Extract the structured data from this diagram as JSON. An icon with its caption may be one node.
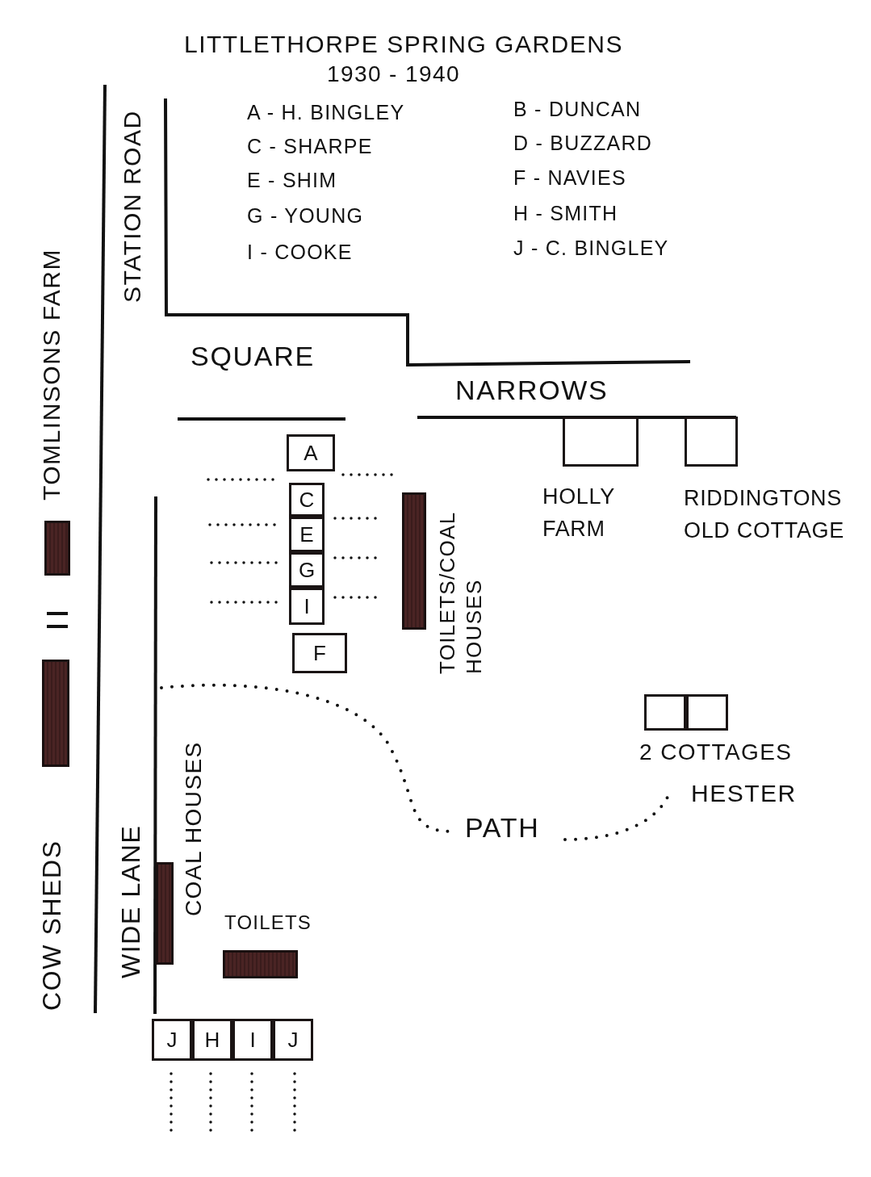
{
  "diagram": {
    "title": "LITTLETHORPE SPRING GARDENS",
    "nodes": [
      {
        "text": [
          "A"
        ]
      },
      {
        "text": [
          "C"
        ]
      },
      {
        "text": [
          "E"
        ]
      },
      {
        "text": [
          "G"
        ]
      },
      {
        "text": [
          "I"
        ]
      },
      {
        "text": [
          "F"
        ]
      },
      {
        "text": [],
        "shape": "box",
        "beside": [
          "HOLLY FARM"
        ]
      },
      {
        "text": [],
        "shape": "box",
        "beside": [
          "RIDDINGTONS OLD COTTAGE"
        ]
      },
      {
        "text": [],
        "shape": "bar"
      },
      {
        "text": [],
        "shape": "box"
      },
      {
        "text": [],
        "shape": "box"
      },
      {
        "text": [],
        "shape": "bar"
      },
      {
        "text": [],
        "shape": "bar"
      },
      {
        "text": [],
        "shape": "bar"
      },
      {
        "text": [],
        "shape": "bar"
      },
      {
        "text": [
          "J"
        ]
      },
      {
        "text": [
          "H"
        ]
      },
      {
        "text": [
          "I"
        ]
      },
      {
        "text": [
          "J"
        ]
      }
    ],
    "labels": [
      "1930 - 1940",
      "A - H. BINGLEY",
      "B - DUNCAN",
      "C - SHARPE",
      "D - BUZZARD",
      "E - SHIM",
      "F - NAVIES",
      "G - YOUNG",
      "H - SMITH",
      "I - COOKE",
      "J - C. BINGLEY",
      "STATION ROAD",
      "TOMLINSONS FARM",
      "SQUARE",
      "NARROWS",
      "TOILETS/COAL HOUSES",
      "2 COTTAGES",
      "HESTER",
      "PATH",
      "COW SHEDS",
      "WIDE LANE",
      "COAL HOUSES",
      "TOILETS"
    ]
  }
}
